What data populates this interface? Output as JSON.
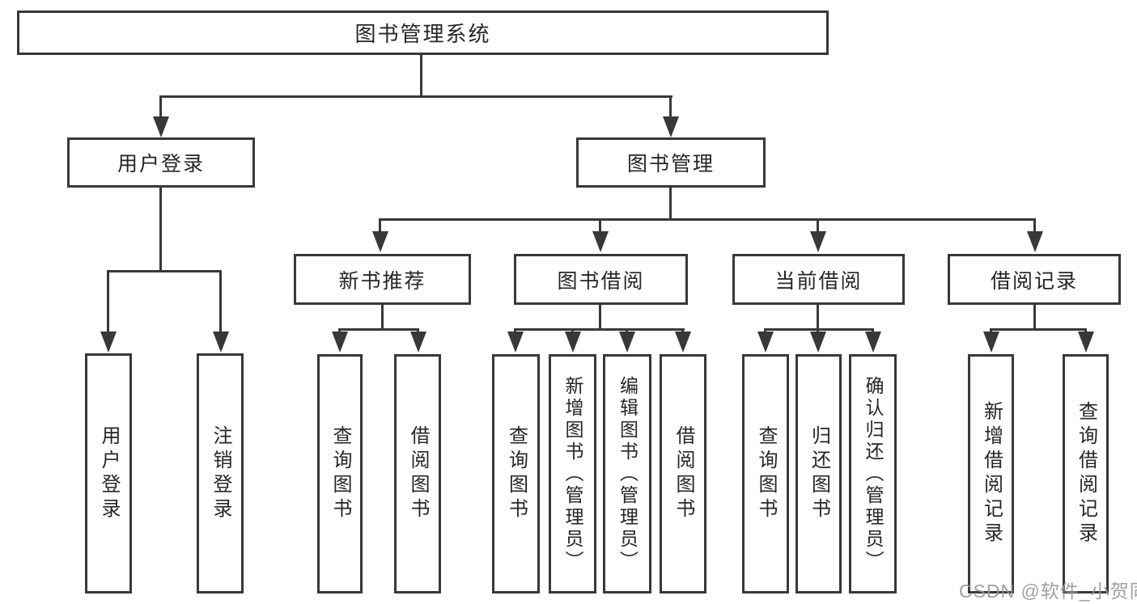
{
  "diagram": {
    "title": "图书管理系统",
    "level1": {
      "user_login": "用户登录",
      "book_mgmt": "图书管理"
    },
    "level2": {
      "new_book": "新书推荐",
      "book_borrow": "图书借阅",
      "current_borrow": "当前借阅",
      "borrow_record": "借阅记录"
    },
    "leaves": {
      "user_login": [
        "用户登录",
        "注销登录"
      ],
      "new_book": [
        "查询图书",
        "借阅图书"
      ],
      "book_borrow": [
        "查询图书",
        "新增图书（管理员）",
        "编辑图书（管理员）",
        "借阅图书"
      ],
      "current_borrow": [
        "查询图书",
        "归还图书",
        "确认归还（管理员）"
      ],
      "borrow_record": [
        "新增借阅记录",
        "查询借阅记录"
      ]
    },
    "colors": {
      "line": "#383838",
      "text": "#262626",
      "background": "#ffffff",
      "watermark": "#989898"
    }
  },
  "watermark": {
    "text": "CSDN @软件_小贺同学"
  }
}
